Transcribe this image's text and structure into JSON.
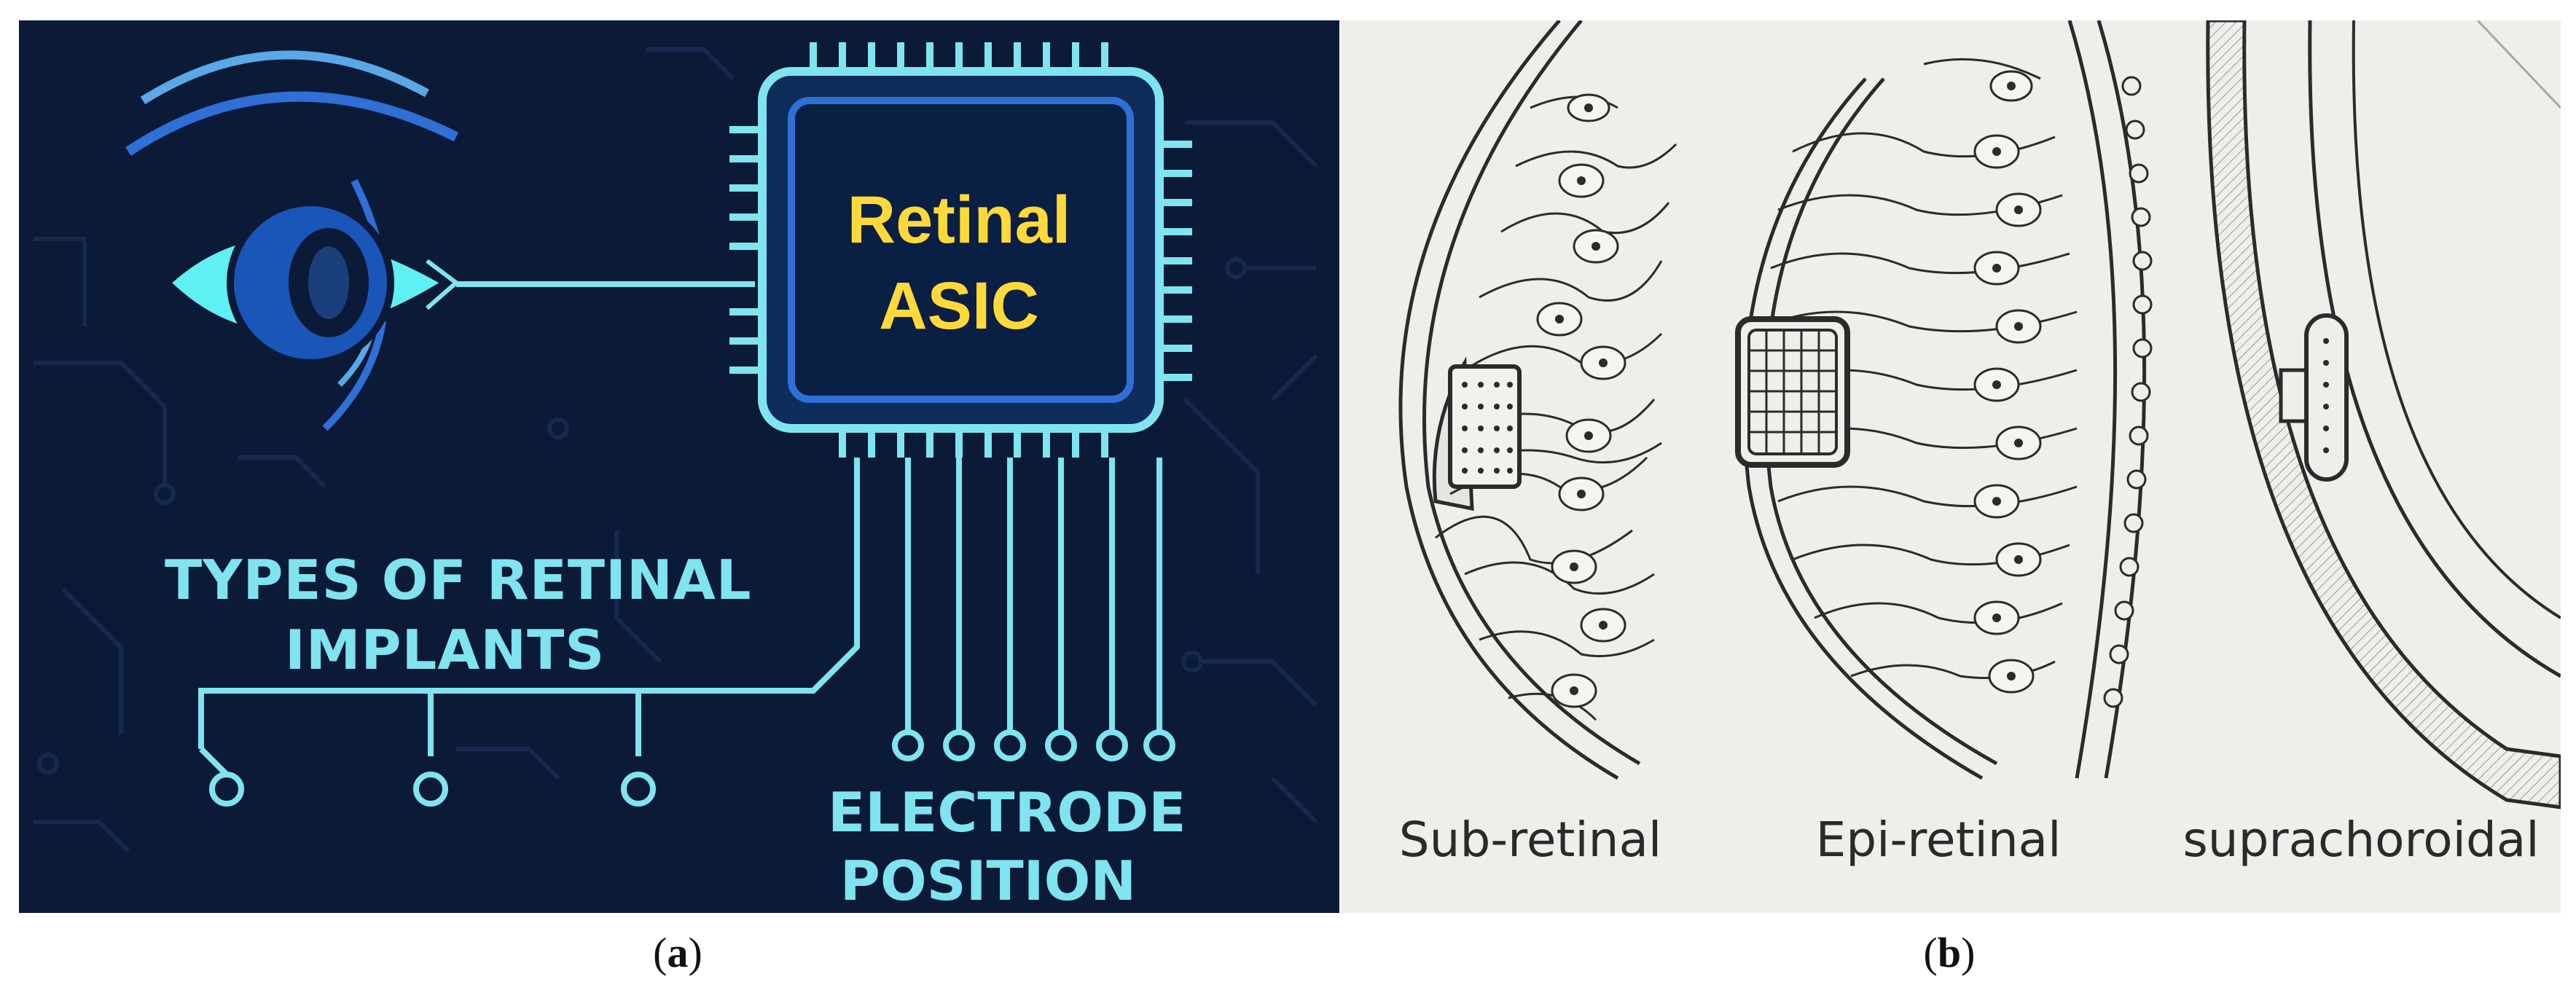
{
  "panel_a": {
    "chip_label_line1": "Retinal",
    "chip_label_line2": "ASIC",
    "title_line1": "TYPES OF RETINAL",
    "title_line2": "IMPLANTS",
    "electrode_line1": "ELECTRODE",
    "electrode_line2": "POSITION",
    "colors": {
      "background": "#0b1a37",
      "accent": "#7fe4ef",
      "chip_text": "#ffd93a"
    }
  },
  "panel_b": {
    "labels": [
      "Sub-retinal",
      "Epi-retinal",
      "suprachoroidal"
    ]
  },
  "captions": {
    "a_open": "(",
    "a_letter": "a",
    "a_close": ")",
    "b_open": "(",
    "b_letter": "b",
    "b_close": ")"
  }
}
